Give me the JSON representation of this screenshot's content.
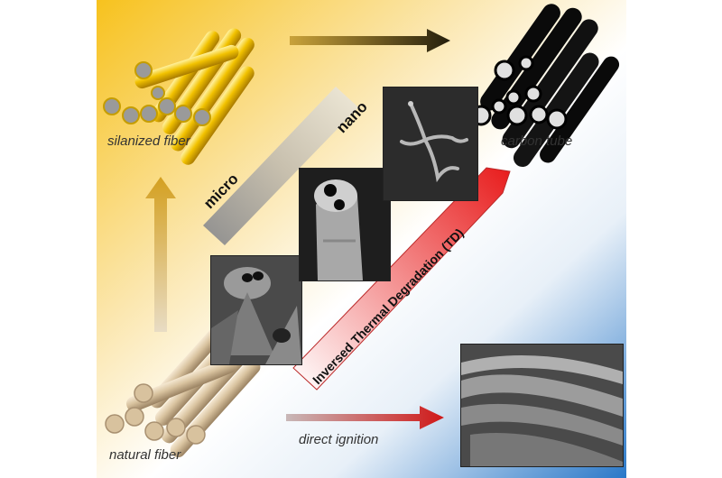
{
  "labels": {
    "silanized_fiber": "silanized fiber",
    "carbon_tube": "carbon tube",
    "natural_fiber": "natural fiber",
    "direct_ignition": "direct ignition",
    "micro": "micro",
    "nano": "nano",
    "td_process": "Inversed Thermal Degradation (TD)"
  },
  "colors": {
    "yellow_corner": "#f7c21e",
    "blue_corner": "#2a78c8",
    "silanized_fiber": "#f2c200",
    "natural_fiber": "#d8c29e",
    "carbon_tube": "#0a0a0a",
    "arrow_dark": "#2a2410",
    "arrow_red": "#d01818",
    "arrow_gold": "#d9a62a"
  }
}
